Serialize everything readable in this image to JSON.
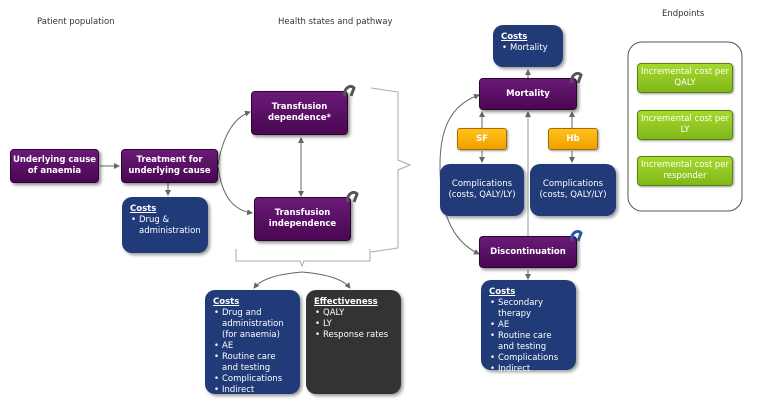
{
  "headers": {
    "patient_population": "Patient population",
    "health_states": "Health states and pathway",
    "endpoints": "Endpoints"
  },
  "patient": {
    "underlying_cause": "Underlying cause of anaemia",
    "treatment": "Treatment for underlying cause",
    "costs_title": "Costs",
    "costs_items": [
      "Drug & administration"
    ]
  },
  "states": {
    "dependence": "Transfusion dependence*",
    "independence": "Transfusion independence"
  },
  "outcomes": {
    "costs_title": "Costs",
    "costs_items": [
      "Drug and administration (for anaemia)",
      "AE",
      "Routine care and testing",
      "Complications",
      "Indirect"
    ],
    "effectiveness_title": "Effectiveness",
    "effectiveness_items": [
      "QALY",
      "LY",
      "Response rates"
    ]
  },
  "pathway": {
    "mortality_costs_title": "Costs",
    "mortality_costs_items": [
      "Mortality"
    ],
    "mortality": "Mortality",
    "sf": "SF",
    "hb": "Hb",
    "complications_left": "Complications (costs, QALY/LY)",
    "complications_right": "Complications (costs, QALY/LY)",
    "discontinuation": "Discontinuation",
    "discontinuation_costs_title": "Costs",
    "discontinuation_costs_items": [
      "Secondary therapy",
      "AE",
      "Routine care and testing",
      "Complications",
      "Indirect"
    ]
  },
  "endpoints": {
    "items": [
      "Incremental cost per QALY",
      "Incremental cost per LY",
      "Incremental cost per responder"
    ]
  },
  "colors": {
    "purple": "#5a0c66",
    "navy": "#213a78",
    "dark": "#333333",
    "orange": "#ffb300",
    "green": "#94c922"
  }
}
